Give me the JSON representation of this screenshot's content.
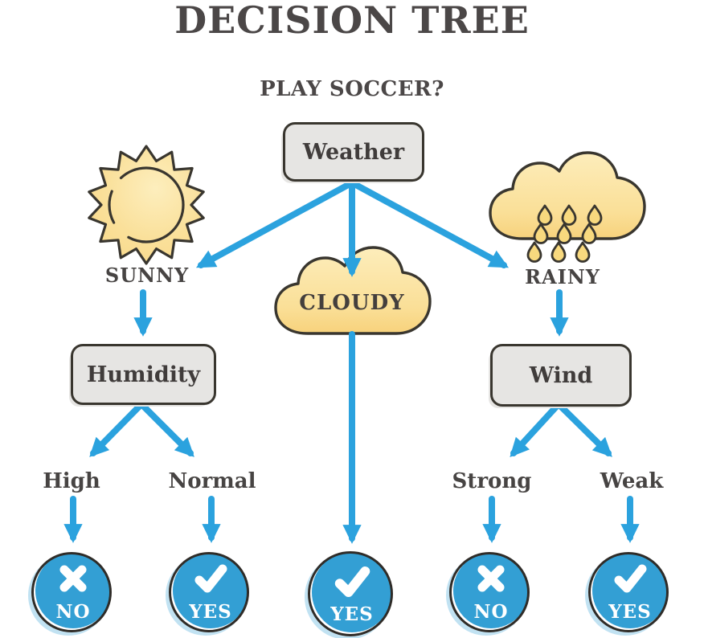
{
  "title": "DECISION TREE",
  "question": "PLAY SOCCER?",
  "root": {
    "label": "Weather"
  },
  "branches": {
    "sunny": {
      "label": "SUNNY",
      "icon": "sun",
      "node": {
        "label": "Humidity"
      },
      "children": {
        "high": {
          "label": "High",
          "outcome": {
            "label": "NO",
            "icon": "cross"
          }
        },
        "normal": {
          "label": "Normal",
          "outcome": {
            "label": "YES",
            "icon": "check"
          }
        }
      }
    },
    "cloudy": {
      "label": "CLOUDY",
      "icon": "cloud",
      "outcome": {
        "label": "YES",
        "icon": "check"
      }
    },
    "rainy": {
      "label": "RAINY",
      "icon": "rain-cloud",
      "node": {
        "label": "Wind"
      },
      "children": {
        "strong": {
          "label": "Strong",
          "outcome": {
            "label": "NO",
            "icon": "cross"
          }
        },
        "weak": {
          "label": "Weak",
          "outcome": {
            "label": "YES",
            "icon": "check"
          }
        }
      }
    }
  },
  "colors": {
    "arrow_blue": "#2ba2de",
    "circle_blue": "#339fd4",
    "icon_yellow": "#f9d988",
    "icon_yellow_light": "#fdedbb",
    "box_gray": "#e6e5e3",
    "outline_dark": "#39362f",
    "text_dark": "#4a4645",
    "mark_white": "#ffffff"
  }
}
